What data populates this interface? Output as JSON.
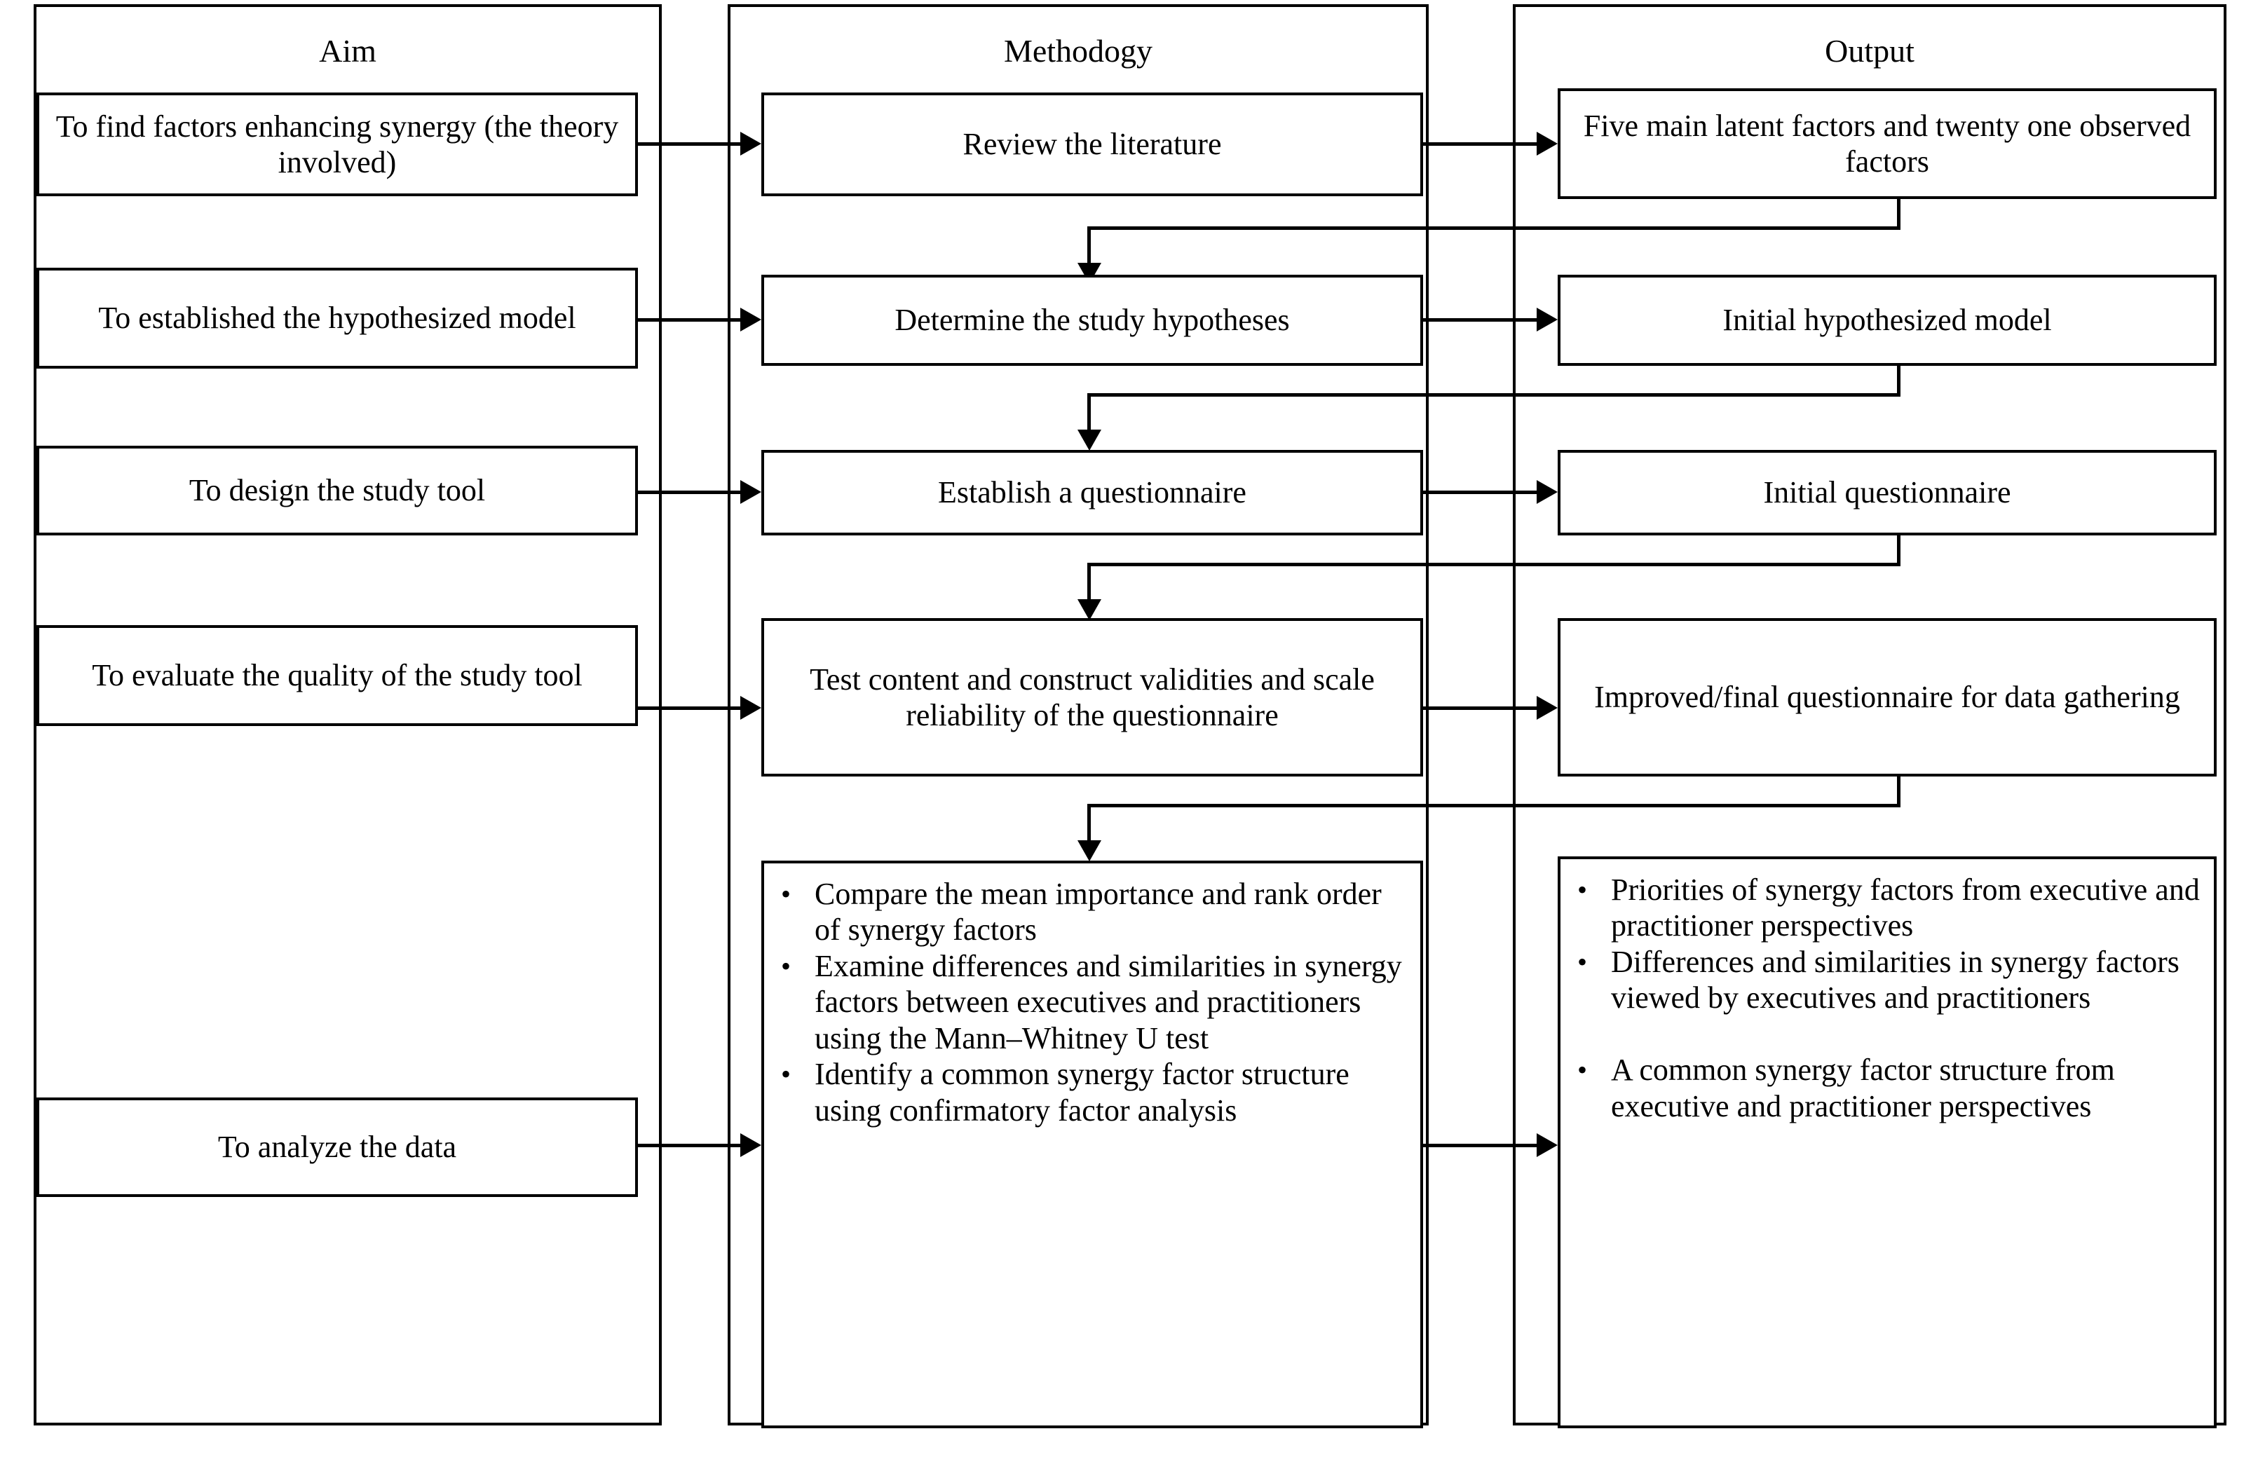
{
  "columns": [
    {
      "title": "Aim"
    },
    {
      "title": "Methodogy"
    },
    {
      "title": "Output"
    }
  ],
  "aim": {
    "row1": "To find factors enhancing synergy (the theory involved)",
    "row2": "To established the hypothesized model",
    "row3": "To design the study tool",
    "row4": "To evaluate the quality of the study tool",
    "row5": "To analyze the data"
  },
  "methodology": {
    "row1": "Review the literature",
    "row2": "Determine the study hypotheses",
    "row3": "Establish a questionnaire",
    "row4": "Test content and construct validities and scale reliability of the questionnaire",
    "row5_bullets": [
      "Compare the mean importance and rank order of synergy factors",
      "Examine differences and similarities in synergy factors between executives and practitioners using the Mann–Whitney U test",
      "Identify a common synergy factor structure using confirmatory factor analysis"
    ]
  },
  "output": {
    "row1": "Five main latent factors and twenty one observed factors",
    "row2": "Initial hypothesized model",
    "row3": "Initial questionnaire",
    "row4": "Improved/final questionnaire for data gathering",
    "row5_bullets": [
      "Priorities of synergy factors from executive and practitioner perspectives",
      "Differences and similarities in synergy factors viewed by executives and practitioners",
      "A common synergy factor structure from executive and practitioner perspectives"
    ]
  },
  "bullet_glyph": "•",
  "colors": {
    "stroke": "#000000",
    "background": "#ffffff"
  }
}
